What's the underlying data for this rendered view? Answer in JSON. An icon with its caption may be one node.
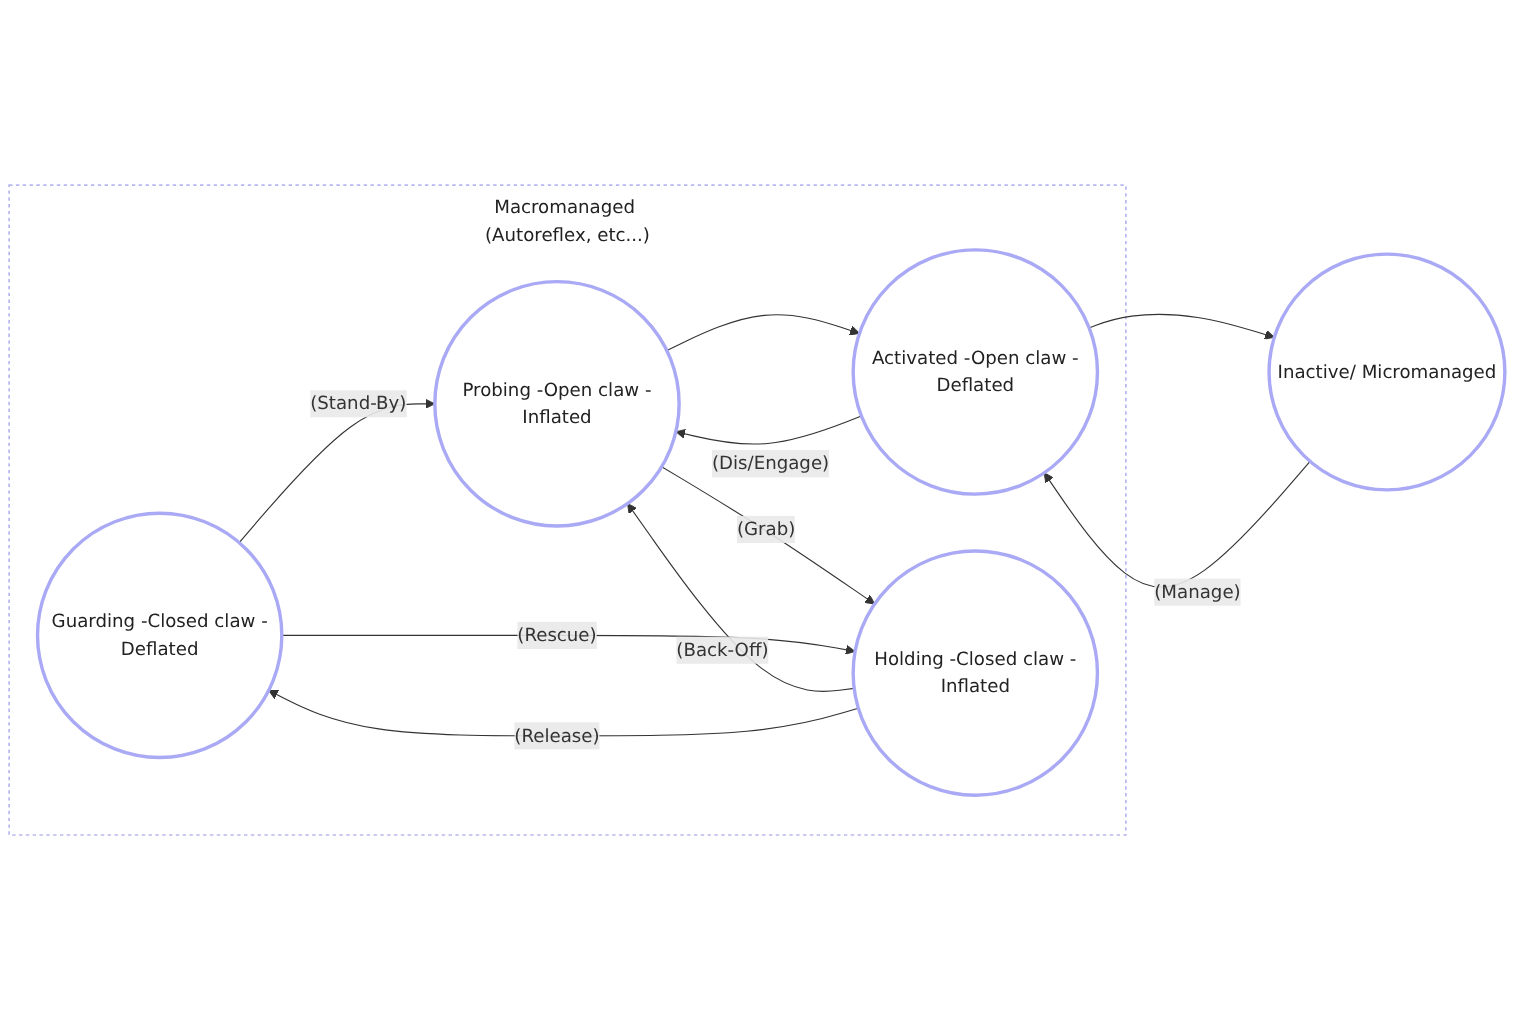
{
  "diagram": {
    "nodes": [
      {
        "text": [
          "Macromanaged (Autoreflex, etc...)"
        ]
      },
      {
        "text": [
          "Guarding -Closed claw -Deflated"
        ],
        "in": 0
      },
      {
        "text": [
          "Inactive/ Micromanaged"
        ]
      },
      {
        "text": [
          "Activated -Open claw -Deflated"
        ],
        "in": 0
      },
      {
        "text": [
          "Probing -Open claw -Inflated"
        ],
        "in": 0
      },
      {
        "text": [
          "Holding -Closed claw -Inflated"
        ],
        "in": 0
      }
    ],
    "edges": [
      {
        "from": 2,
        "to": 3,
        "arrow": "to",
        "label": "(Manage)"
      },
      {
        "from": 3,
        "to": 2,
        "arrow": "to"
      },
      {
        "from": 3,
        "to": 4,
        "arrow": "to",
        "label": "(Dis/Engage)"
      },
      {
        "from": 4,
        "to": 3,
        "arrow": "to"
      },
      {
        "from": 4,
        "to": 5,
        "arrow": "to",
        "label": "(Grab)"
      },
      {
        "from": 5,
        "to": 4,
        "arrow": "to",
        "label": "(Back-Off)"
      },
      {
        "from": 1,
        "to": 4,
        "arrow": "to",
        "label": "(Stand-By)"
      },
      {
        "from": 1,
        "to": 5,
        "arrow": "to",
        "label": "(Rescue)"
      },
      {
        "from": 5,
        "to": 1,
        "arrow": "to",
        "label": "(Release)"
      }
    ]
  }
}
